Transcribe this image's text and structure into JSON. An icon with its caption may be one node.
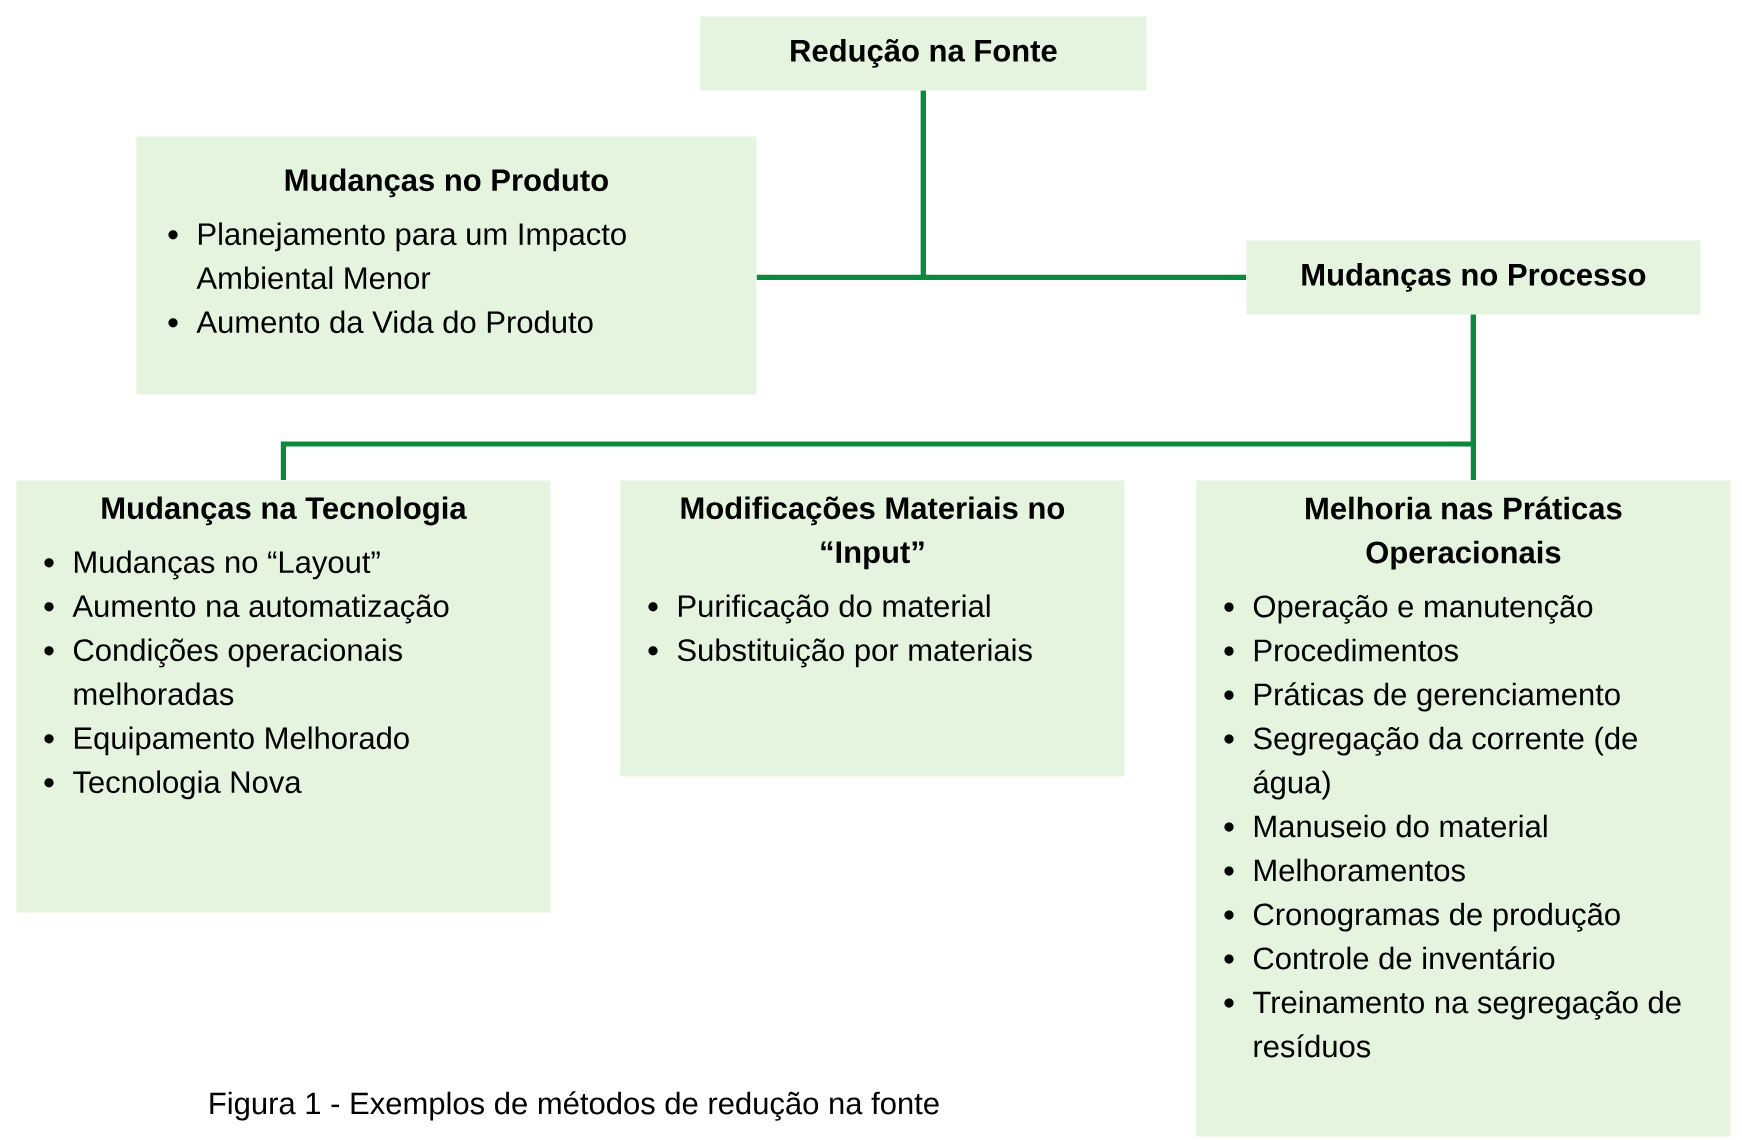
{
  "diagram": {
    "caption": "Figura 1 - Exemplos de métodos de redução na fonte",
    "nodes": [
      {
        "text": [
          "Redução na Fonte"
        ]
      },
      {
        "text": [
          "Mudanças no Produto",
          "Planejamento para um Impacto Ambiental Menor",
          "Aumento da Vida do Produto"
        ]
      },
      {
        "text": [
          "Mudanças no Processo"
        ]
      },
      {
        "text": [
          "Mudanças na Tecnologia",
          "Mudanças no “Layout”",
          "Aumento na automatização",
          "Condições operacionais melhoradas",
          "Equipamento Melhorado",
          "Tecnologia Nova"
        ]
      },
      {
        "text": [
          "Modificações Materiais no “Input”",
          "Purificação do material",
          "Substituição por materiais"
        ]
      },
      {
        "text": [
          "Melhoria nas Práticas Operacionais",
          "Operação e manutenção",
          "Procedimentos",
          "Práticas de gerenciamento",
          "Segregação da corrente (de água)",
          "Manuseio do material",
          "Melhoramentos",
          "Cronogramas de produção",
          "Controle de inventário",
          "Treinamento na segregação de resíduos"
        ]
      }
    ],
    "edges": [
      {
        "from": 0,
        "to": 1,
        "arrow": "none"
      },
      {
        "from": 0,
        "to": 2,
        "arrow": "none"
      },
      {
        "from": 2,
        "to": 3,
        "arrow": "none"
      },
      {
        "from": 2,
        "to": 5,
        "arrow": "none"
      }
    ]
  }
}
